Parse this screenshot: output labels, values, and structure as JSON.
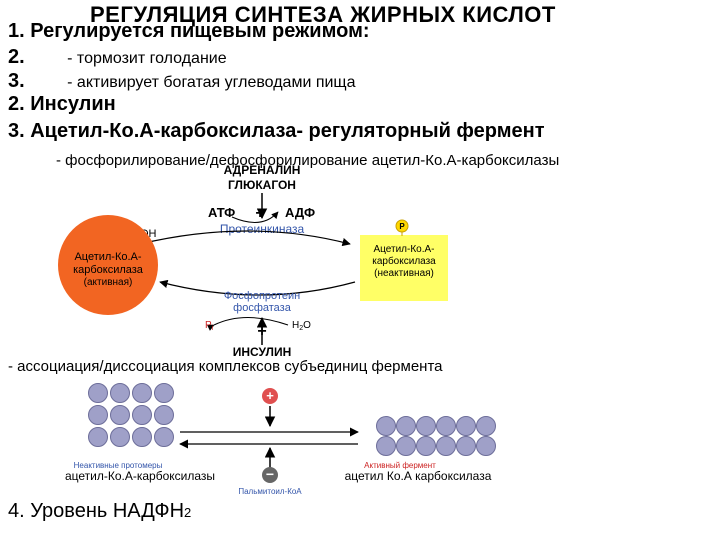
{
  "title": "РЕГУЛЯЦИЯ СИНТЕЗА ЖИРНЫХ КИСЛОТ",
  "lines": {
    "l1": "1. Регулируется пищевым режимом:",
    "l2_num": "2.",
    "l2_text": "- тормозит голодание",
    "l3_num": "3.",
    "l3_text": "- активирует богатая углеводами пища",
    "l4": "2. Инсулин",
    "l5": "3. Ацетил-Ко.А-карбоксилаза- регуляторный фермент",
    "l6": "- фосфорилирование/дефосфорилирование ацетил-Ко.А-карбоксилазы",
    "l7": "- ассоциация/диссоциация комплексов субъединиц фермента",
    "l8_main": "4. Уровень НАДФН",
    "l8_sub": "2"
  },
  "diagram1": {
    "hormones_top": [
      "АДРЕНАЛИН",
      "ГЛЮКАГОН"
    ],
    "atp": "АТФ",
    "adp": "АДФ",
    "kinase": "Протеинкиназа",
    "oh": "OH",
    "active_enzyme": [
      "Ацетил-Ко.А-",
      "карбоксилаза",
      "(активная)"
    ],
    "inactive_enzyme": [
      "Ацетил-Ко.А-",
      "карбоксилаза",
      "(неактивная)"
    ],
    "p_badge": "P",
    "phosphatase": [
      "Фосфопротеин",
      "фосфатаза"
    ],
    "pi": "P",
    "pi_sub": "i",
    "water": "H",
    "water_sub": "2",
    "water_o": "O",
    "insulin": "ИНСУЛИН",
    "plus": "+",
    "colors": {
      "active": "#F26522",
      "inactive": "#FFFF66",
      "kinase_text": "#3355AA"
    }
  },
  "diagram2": {
    "plus": "+",
    "minus": "−",
    "inactive_label_blue": "Неактивные протомеры",
    "inactive_label": "ацетил-Ко.А-карбоксилазы",
    "active_label_red": "Активный фермент",
    "active_label": "ацетил Ко.А карбоксилаза",
    "inhibitor": "Пальмитоил-КоА",
    "colors": {
      "sphere": "#9FA0C8",
      "plus_circle": "#E05050",
      "blue": "#3355AA",
      "red": "#CC2222"
    }
  }
}
